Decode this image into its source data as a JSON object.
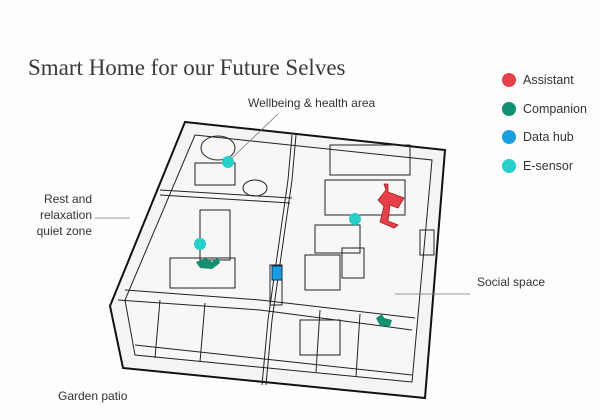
{
  "title": "Smart Home for our Future Selves",
  "labels": {
    "wellbeing": "Wellbeing & health area",
    "rest_line1": "Rest and",
    "rest_line2": "relaxation",
    "rest_line3": "quiet zone",
    "social": "Social space",
    "garden": "Garden patio"
  },
  "legend": [
    {
      "label": "Assistant",
      "color": "#e8404a"
    },
    {
      "label": "Companion",
      "color": "#138f72"
    },
    {
      "label": "Data hub",
      "color": "#1a9ee0"
    },
    {
      "label": "E-sensor",
      "color": "#25d0c8"
    }
  ]
}
